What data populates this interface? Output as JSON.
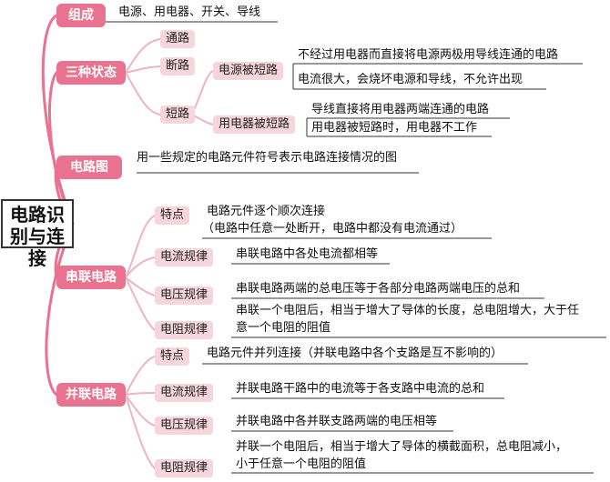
{
  "root": "电路识别与连接",
  "composition": {
    "label": "组成",
    "text": "电源、用电器、开关、导线"
  },
  "states": {
    "label": "三种状态",
    "closed": "通路",
    "open": "断路",
    "short": "短路",
    "source_short": {
      "label": "电源被短路",
      "def": "不经过用电器而直接将电源两极用导线连通的电路",
      "effect": "电流很大，会烧坏电源和导线，不允许出现"
    },
    "device_short": {
      "label": "用电器被短路",
      "def": "导线直接将用电器两端连通的电路",
      "effect": "用电器被短路时，用电器不工作"
    }
  },
  "diagram": {
    "label": "电路图",
    "text": "用一些规定的电路元件符号表示电路连接情况的图"
  },
  "series": {
    "label": "串联电路",
    "feature": {
      "label": "特点",
      "line1": "电路元件逐个顺次连接",
      "line2": "（电路中任意一处断开，电路中都没有电流通过）"
    },
    "current": {
      "label": "电流规律",
      "text": "串联电路中各处电流都相等"
    },
    "voltage": {
      "label": "电压规律",
      "text": "串联电路两端的总电压等于各部分电路两端电压的总和"
    },
    "resistance": {
      "label": "电阻规律",
      "line1": "串联一个电阻后，相当于增大了导体的长度，总电阻增大，大于任",
      "line2": "意一个电阻的阻值"
    }
  },
  "parallel": {
    "label": "并联电路",
    "feature": {
      "label": "特点",
      "text": "电路元件并列连接（并联电路中各个支路是互不影响的）"
    },
    "current": {
      "label": "电流规律",
      "text": "并联电路干路中的电流等于各支路中电流的总和"
    },
    "voltage": {
      "label": "电压规律",
      "text": "并联电路中各并联支路两端的电压相等"
    },
    "resistance": {
      "label": "电阻规律",
      "line1": "并联一个电阻后，相当于增大了导体的横截面积，总电阻减小，",
      "line2": "小于任意一个电阻的阻值"
    }
  },
  "colors": {
    "branch": "#e8728f",
    "branch_light": "#f0b3c2",
    "node_fill": "#f6d5dd",
    "line": "#333333"
  }
}
